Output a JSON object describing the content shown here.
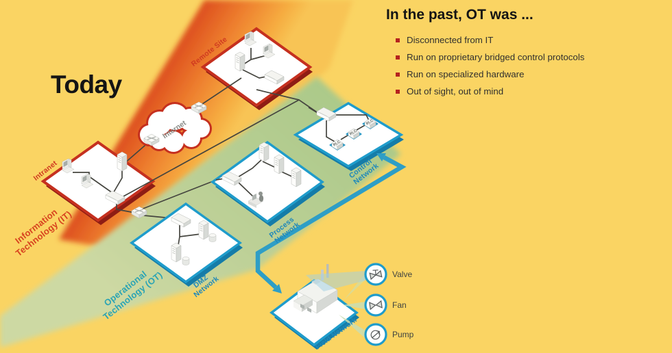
{
  "slide": {
    "title": "Today"
  },
  "panel": {
    "heading": "In the past, OT was ...",
    "bullets": [
      "Disconnected from IT",
      "Run on proprietary bridged control protocols",
      "Run on specialized hardware",
      "Out of sight, out of mind"
    ]
  },
  "zones": {
    "it": {
      "line1": "Information",
      "line2": "Technology (IT)"
    },
    "ot": {
      "line1": "Operational",
      "line2": "Technology (OT)"
    }
  },
  "networks": {
    "internet": "Internet",
    "intranet": "Intranet",
    "remote_site": "Remote Site",
    "dmz": {
      "line1": "DMZ",
      "line2": "Network"
    },
    "process": {
      "line1": "Process",
      "line2": "Network"
    },
    "control": {
      "line1": "Control",
      "line2": "Network"
    },
    "field": "Field Network",
    "plc_label": "PLC"
  },
  "field_devices": {
    "valve": "Valve",
    "fan": "Fan",
    "pump": "Pump"
  },
  "colors": {
    "background": "#FAD463",
    "it_band_dark": "#E0511F",
    "it_band_light": "#F7B246",
    "ot_band": "#B9CE93",
    "red_border": "#C5301F",
    "teal_border": "#1F9CCB",
    "arrow": "#2E9EC6",
    "bullet_square": "#B5231F",
    "label_blue": "#1E88BA",
    "label_red": "#D03A20",
    "label_teal": "#2BA4B4"
  }
}
